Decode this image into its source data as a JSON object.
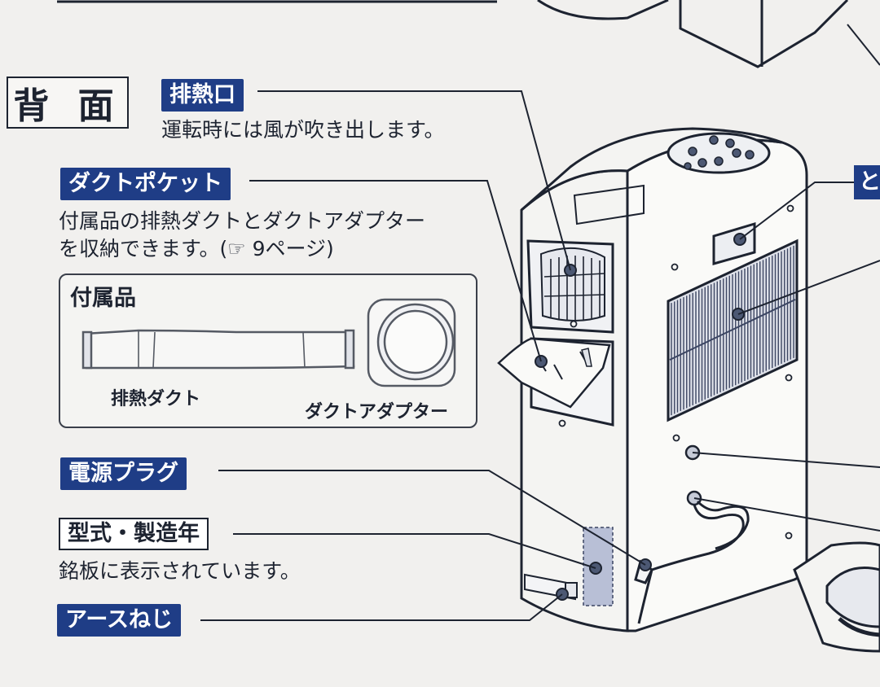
{
  "section_title": "背 面",
  "labels": {
    "exhaust_port": "排熱口",
    "exhaust_port_desc": "運転時には風が吹き出します。",
    "duct_pocket": "ダクトポケット",
    "duct_pocket_desc_1": "付属品の排熱ダクトとダクトアダプター",
    "duct_pocket_desc_2": "を収納できます。(☞ 9ページ)",
    "power_plug": "電源プラグ",
    "model_year": "型式・製造年",
    "model_year_desc": "銘板に表示されています。",
    "ground_screw": "アースねじ",
    "edge_tag": "と"
  },
  "accessories": {
    "title": "付属品",
    "exhaust_duct": "排熱ダクト",
    "duct_adapter": "ダクトアダプター"
  },
  "colors": {
    "tag_blue": "#1f3d86",
    "line_dark": "#1d2330",
    "paper": "#f1f0ee",
    "rating_plate": "#b8bfd6"
  }
}
